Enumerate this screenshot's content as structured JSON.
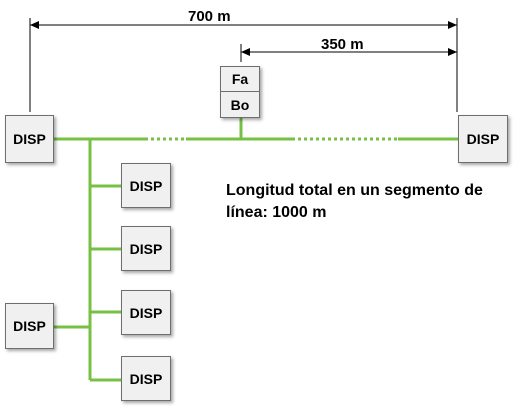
{
  "dimensions": {
    "total_length": "700 m",
    "half_length": "350 m"
  },
  "device_label": "DISP",
  "fabo": {
    "top_label": "Fa",
    "bottom_label": "Bo"
  },
  "note": "Longitud total en un segmento de línea: 1000 m",
  "colors": {
    "line": "#77c043",
    "box_fill": "#f0f0f0",
    "box_border": "#6e6e6e"
  }
}
